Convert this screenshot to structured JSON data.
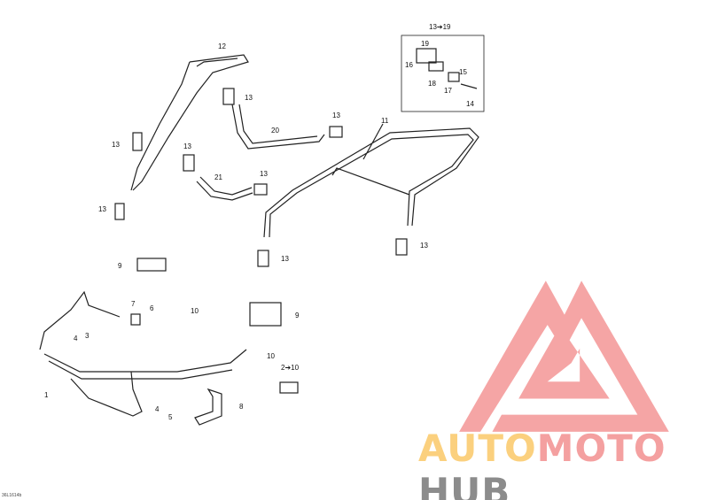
{
  "diagram_code": "36L1614b",
  "kit_box": {
    "label": "13➔19"
  },
  "callouts": [
    "12",
    "13",
    "13",
    "20",
    "13",
    "11",
    "13",
    "21",
    "13",
    "13",
    "13",
    "13",
    "9",
    "10",
    "7",
    "6",
    "9",
    "4",
    "3",
    "1",
    "10",
    "2➔10",
    "8",
    "4",
    "5",
    "19",
    "16",
    "15",
    "18",
    "17",
    "14"
  ],
  "watermark": {
    "parts": [
      "AUTO",
      "MOTO",
      "HUB"
    ],
    "colors": {
      "auto": "#fbd07e",
      "moto": "#f4a0a0",
      "hub": "#8c8c8c",
      "triangle": "#f4a0a0"
    }
  }
}
